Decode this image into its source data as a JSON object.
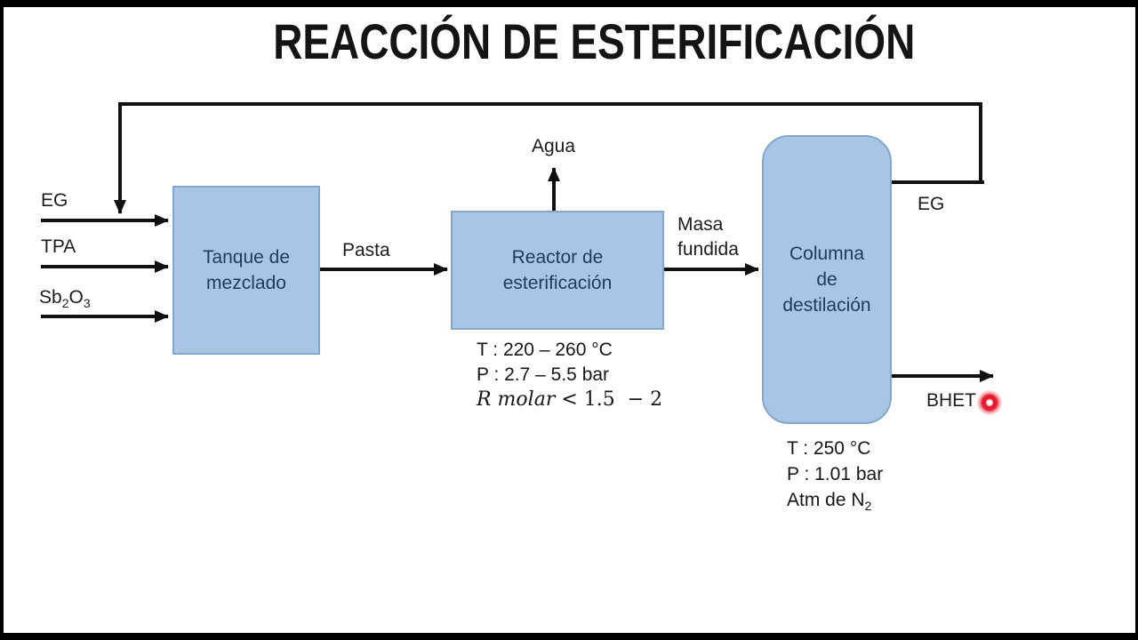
{
  "title": "REACCIÓN DE ESTERIFICACIÓN",
  "nodes": {
    "tank": "Tanque de\nmezclado",
    "reactor": "Reactor de\nesterificación",
    "column": "Columna\nde\ndestilación"
  },
  "streams": {
    "eg_in": "EG",
    "tpa": "TPA",
    "sb2o3": {
      "b1": "Sb",
      "s1": "2",
      "b2": "O",
      "s2": "3"
    },
    "pasta": "Pasta",
    "agua": "Agua",
    "masa_fundida": "Masa\nfundida",
    "eg_recycle": "EG",
    "bhet": "BHET"
  },
  "reactor_conditions": {
    "line1": "T : 220 – 260 °C",
    "line2": "P : 2.7 – 5.5 bar",
    "line3_italic": "R molar",
    "line3_rest": " < 1.5  − 2"
  },
  "column_conditions": {
    "line1": "T : 250 °C",
    "line2": "P : 1.01 bar",
    "line3_base": "Atm de N",
    "line3_sub": "2"
  },
  "colors": {
    "box_fill": "#a8c5e5",
    "box_border": "#84a7c9",
    "box_text": "#1f3a5f",
    "flow_line": "#111111",
    "laser_dot": "#e51a2c",
    "letterbox": "#000000",
    "background": "#ffffff"
  }
}
